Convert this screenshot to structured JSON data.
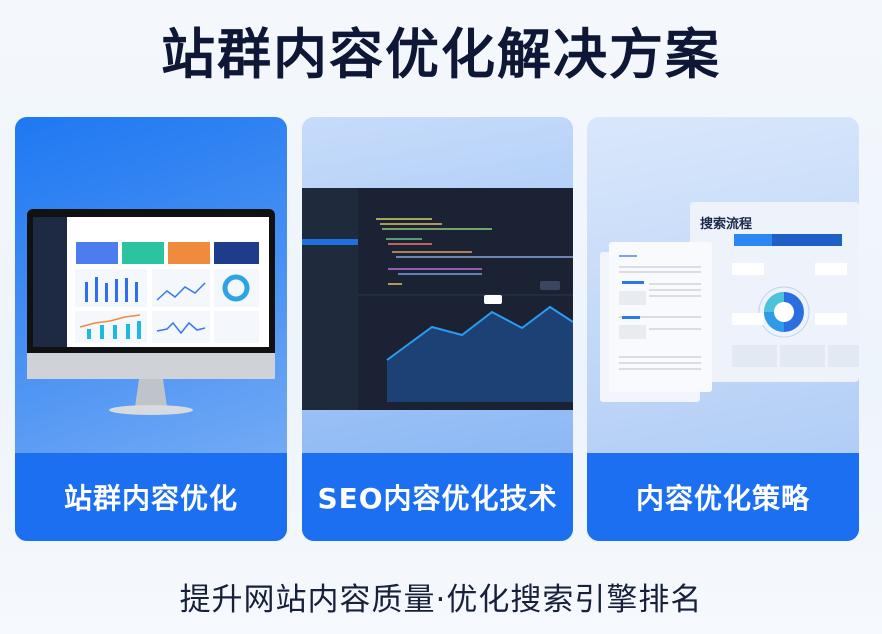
{
  "title": "站群内容优化解决方案",
  "cards": [
    {
      "label": "站群内容优化",
      "illustration": "dashboard-monitor"
    },
    {
      "label": "SEO内容优化技术",
      "illustration": "code-editor-area-chart"
    },
    {
      "label": "内容优化策略",
      "illustration": "search-flow-document",
      "panel_title": "搜索流程"
    }
  ],
  "footer": "提升网站内容质量·优化搜索引擎排名",
  "colors": {
    "accent": "#1c6ff0",
    "title": "#0e1836"
  }
}
